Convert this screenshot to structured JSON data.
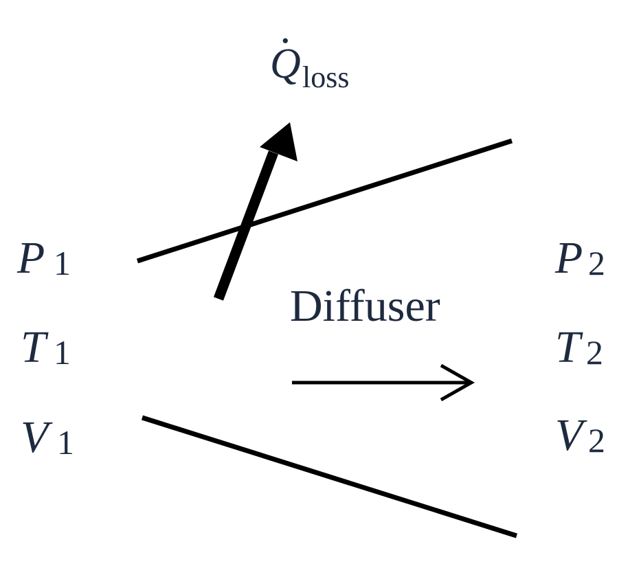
{
  "diagram": {
    "heat": {
      "symbol": "Q",
      "dot": "·",
      "subscript": "loss"
    },
    "device_label": "Diffuser",
    "inlet": {
      "pressure": {
        "symbol": "P",
        "subscript": "1"
      },
      "temperature": {
        "symbol": "T",
        "subscript": "1"
      },
      "velocity": {
        "symbol": "V",
        "subscript": "1"
      }
    },
    "outlet": {
      "pressure": {
        "symbol": "P",
        "subscript": "2"
      },
      "temperature": {
        "symbol": "T",
        "subscript": "2"
      },
      "velocity": {
        "symbol": "V",
        "subscript": "2"
      }
    }
  },
  "colors": {
    "text": "#1e2a3f",
    "lines": "#000000",
    "background": "#ffffff"
  }
}
